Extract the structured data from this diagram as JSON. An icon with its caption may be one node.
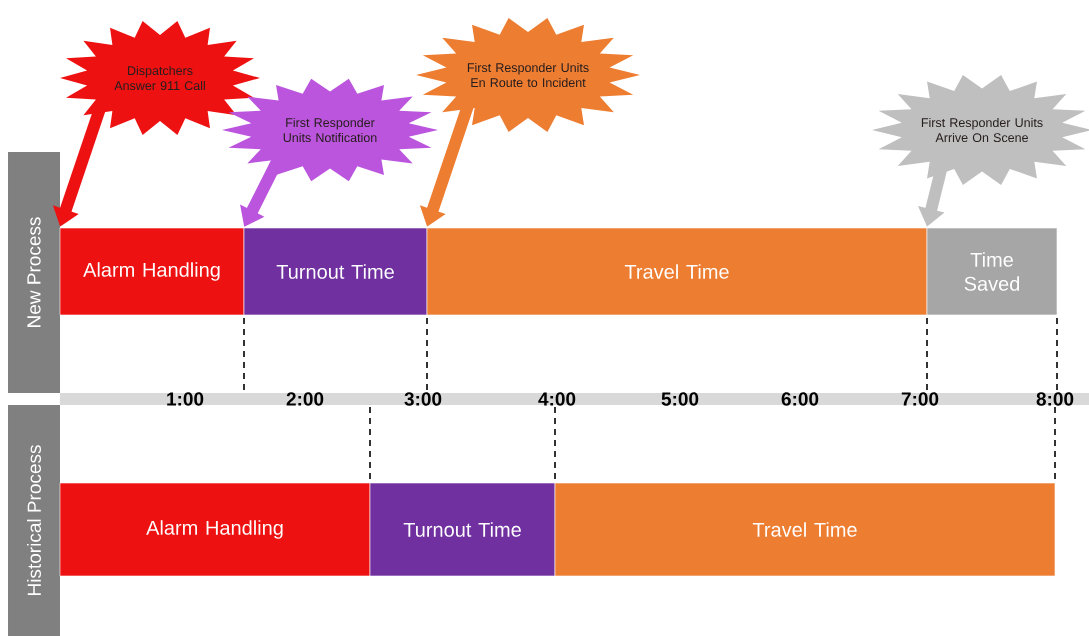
{
  "diagram": {
    "nodes": [
      {
        "text": [
          "Dispatchers Answer 911 Call"
        ]
      },
      {
        "text": [
          "First Responder Units Notification"
        ]
      },
      {
        "text": [
          "First Responder Units En Route to Incident"
        ]
      },
      {
        "text": [
          "First Responder Units Arrive On Scene"
        ]
      },
      {
        "text": [
          "New Process"
        ]
      },
      {
        "text": [
          "Alarm Handling"
        ]
      },
      {
        "text": [
          "Turnout Time"
        ]
      },
      {
        "text": [
          "Travel Time"
        ]
      },
      {
        "text": [
          "Time Saved"
        ]
      },
      {
        "text": [
          "Historical Process"
        ]
      },
      {
        "text": [
          "Alarm Handling"
        ]
      },
      {
        "text": [
          "Turnout Time"
        ]
      },
      {
        "text": [
          "Travel Time"
        ]
      }
    ],
    "edges": [
      {
        "from": 0,
        "to": 5,
        "arrow": "to",
        "color": "#ee1111"
      },
      {
        "from": 1,
        "to": 6,
        "arrow": "to",
        "color": "#bb55dd"
      },
      {
        "from": 2,
        "to": 7,
        "arrow": "to",
        "color": "#ed7d31"
      },
      {
        "from": 3,
        "to": 8,
        "arrow": "to",
        "color": "#bfbfbf"
      }
    ],
    "labels": [
      "1:00",
      "2:00",
      "3:00",
      "4:00",
      "5:00",
      "6:00",
      "7:00",
      "8:00"
    ]
  }
}
